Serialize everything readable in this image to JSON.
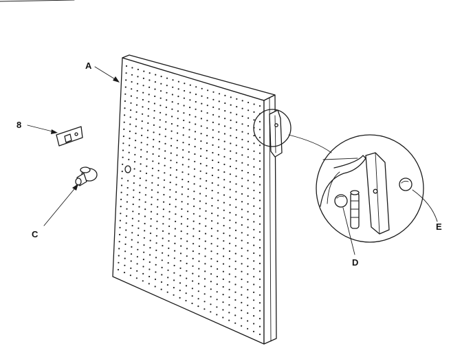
{
  "callouts": {
    "a": "A",
    "b": "8",
    "c": "C",
    "d": "D",
    "e": "E"
  },
  "colors": {
    "ink": "#1a1a1a",
    "paper": "#ffffff"
  }
}
